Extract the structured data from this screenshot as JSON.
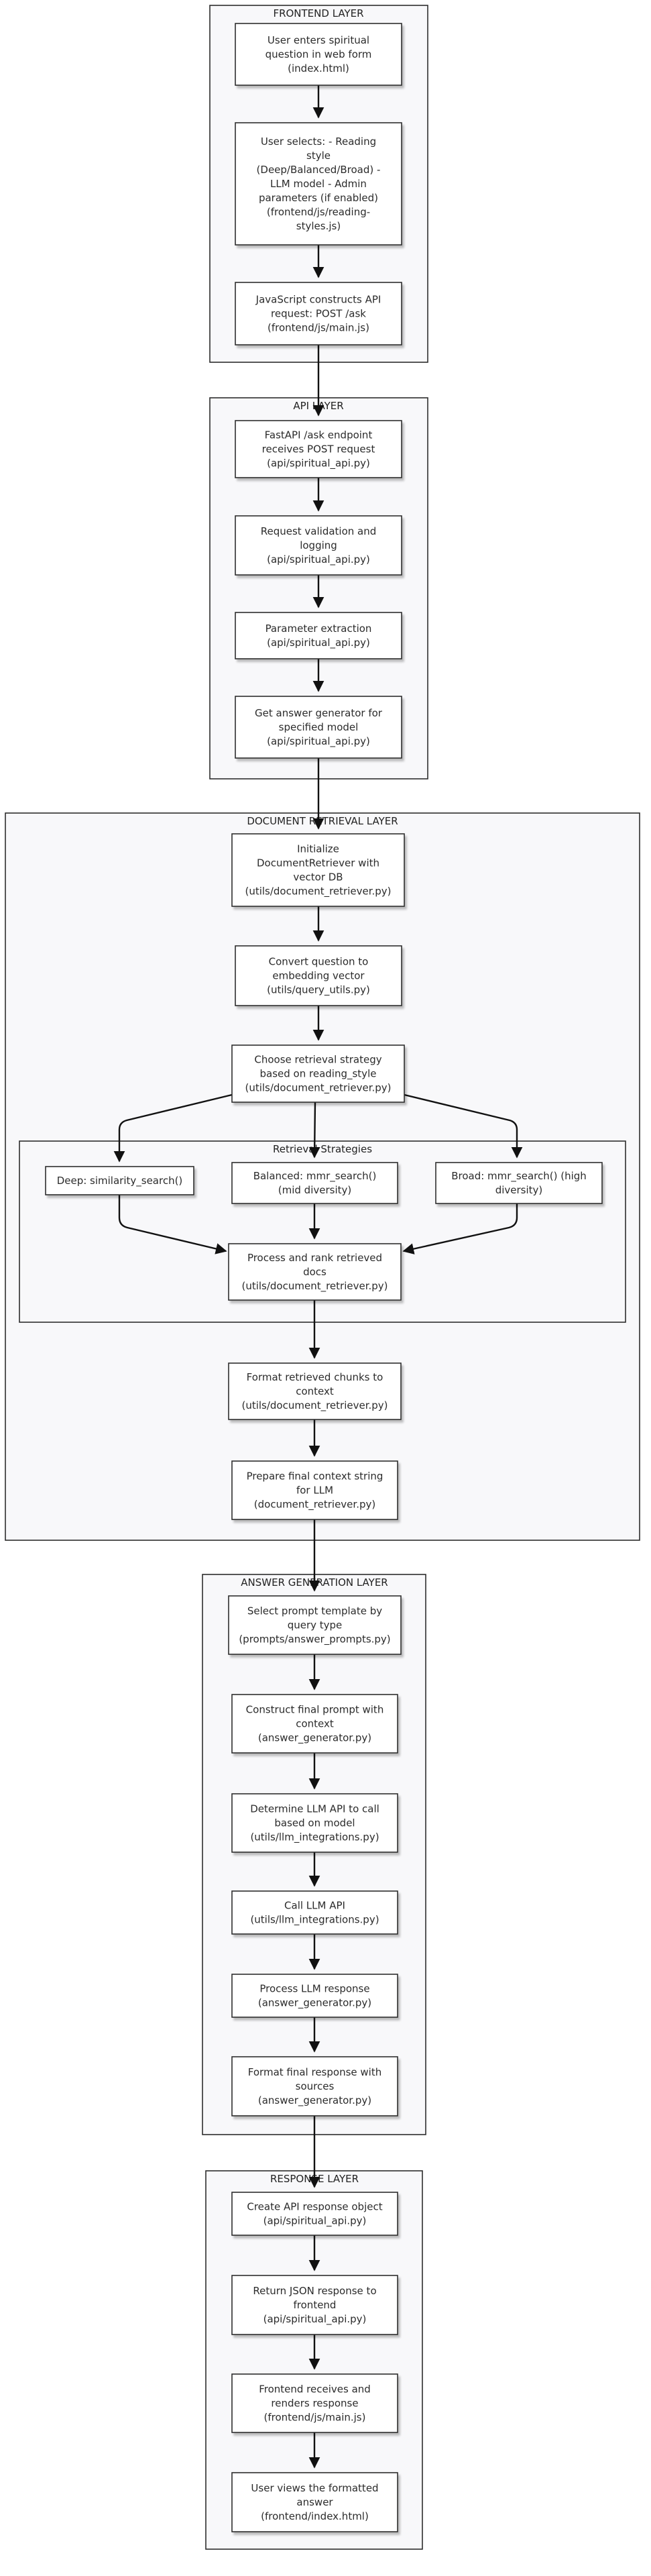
{
  "clusters": {
    "frontend": "FRONTEND LAYER",
    "api": "API LAYER",
    "retrieval": "DOCUMENT RETRIEVAL LAYER",
    "strategies": "Retrieval Strategies",
    "answer": "ANSWER GENERATION LAYER",
    "response": "RESPONSE LAYER"
  },
  "nodes": {
    "user_enters": [
      "User enters spiritual",
      "question in web form",
      "(index.html)"
    ],
    "user_selects": [
      "User selects: - Reading",
      "style",
      "(Deep/Balanced/Broad) -",
      "LLM model - Admin",
      "parameters (if enabled)",
      "(frontend/js/reading-",
      "styles.js)"
    ],
    "js_constructs": [
      "JavaScript constructs API",
      "request: POST /ask",
      "(frontend/js/main.js)"
    ],
    "fastapi_endpoint": [
      "FastAPI /ask endpoint",
      "receives POST request",
      "(api/spiritual_api.py)"
    ],
    "request_validation": [
      "Request validation and",
      "logging",
      "(api/spiritual_api.py)"
    ],
    "param_extraction": [
      "Parameter extraction",
      "(api/spiritual_api.py)"
    ],
    "get_generator": [
      "Get answer generator for",
      "specified model",
      "(api/spiritual_api.py)"
    ],
    "init_retriever": [
      "Initialize",
      "DocumentRetriever with",
      "vector DB",
      "(utils/document_retriever.py)"
    ],
    "convert_question": [
      "Convert question to",
      "embedding vector",
      "(utils/query_utils.py)"
    ],
    "choose_strategy": [
      "Choose retrieval strategy",
      "based on reading_style",
      "(utils/document_retriever.py)"
    ],
    "deep": [
      "Deep: similarity_search()"
    ],
    "balanced": [
      "Balanced: mmr_search()",
      "(mid diversity)"
    ],
    "broad": [
      "Broad: mmr_search() (high",
      "diversity)"
    ],
    "process_rank": [
      "Process and rank retrieved",
      "docs",
      "(utils/document_retriever.py)"
    ],
    "format_chunks": [
      "Format retrieved chunks to",
      "context",
      "(utils/document_retriever.py)"
    ],
    "prepare_context": [
      "Prepare final context string",
      "for LLM",
      "(document_retriever.py)"
    ],
    "select_template": [
      "Select prompt template by",
      "query type",
      "(prompts/answer_prompts.py)"
    ],
    "construct_prompt": [
      "Construct final prompt with",
      "context",
      "(answer_generator.py)"
    ],
    "determine_llm": [
      "Determine LLM API to call",
      "based on model",
      "(utils/llm_integrations.py)"
    ],
    "call_llm": [
      "Call LLM API",
      "(utils/llm_integrations.py)"
    ],
    "process_llm": [
      "Process LLM response",
      "(answer_generator.py)"
    ],
    "format_response": [
      "Format final response with",
      "sources",
      "(answer_generator.py)"
    ],
    "create_response": [
      "Create API response object",
      "(api/spiritual_api.py)"
    ],
    "return_json": [
      "Return JSON response to",
      "frontend",
      "(api/spiritual_api.py)"
    ],
    "frontend_renders": [
      "Frontend receives and",
      "renders response",
      "(frontend/js/main.js)"
    ],
    "user_views": [
      "User views the formatted",
      "answer",
      "(frontend/index.html)"
    ]
  }
}
